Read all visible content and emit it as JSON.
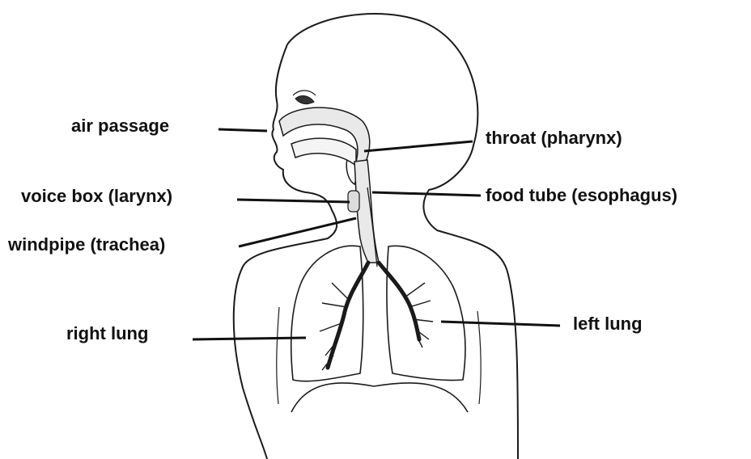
{
  "labels": {
    "air_passage": "air passage",
    "throat": "throat (pharynx)",
    "voice_box": "voice box (larynx)",
    "food_tube": "food tube (esophagus)",
    "windpipe": "windpipe (trachea)",
    "right_lung": "right lung",
    "left_lung": "left lung"
  },
  "colors": {
    "line": "#111111",
    "outline": "#1a1a1a",
    "airway_fill": "#e9e9e9",
    "background": "#ffffff"
  }
}
